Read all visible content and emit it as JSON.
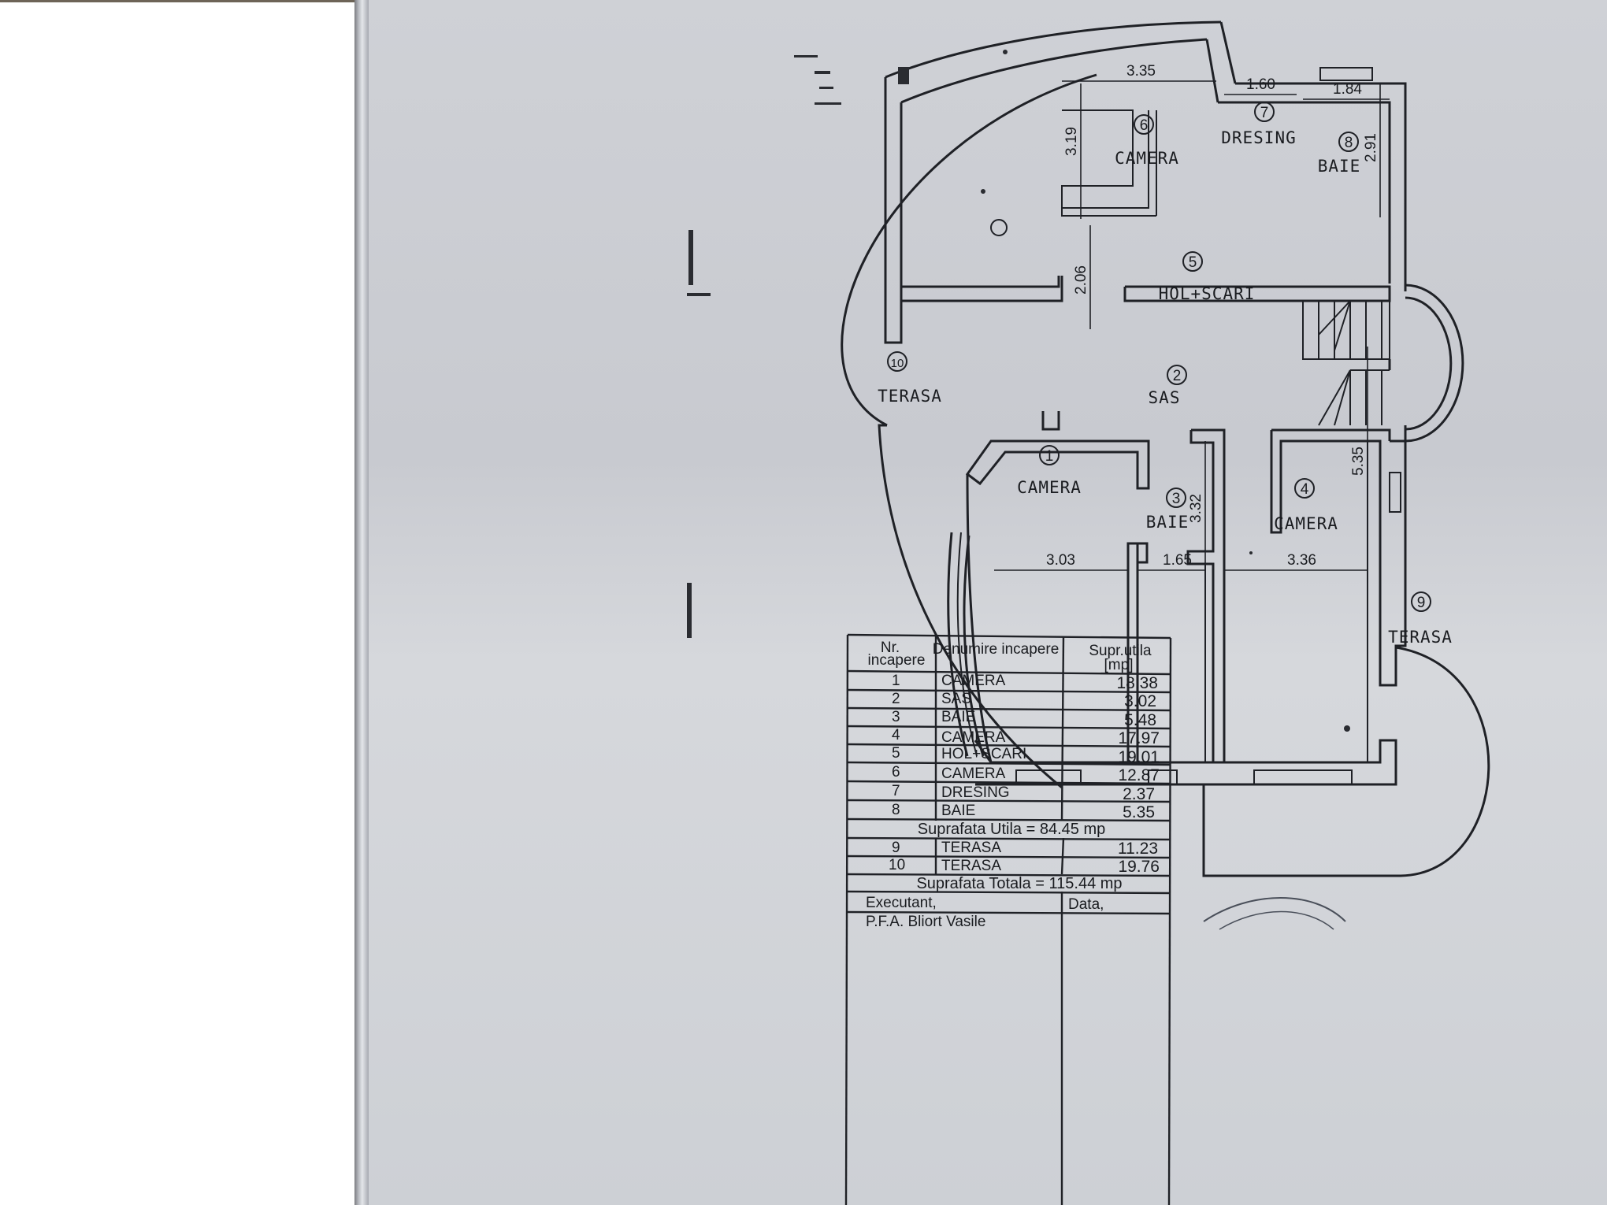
{
  "rooms": [
    {
      "no": "1",
      "name": "CAMERA"
    },
    {
      "no": "2",
      "name": "SAS"
    },
    {
      "no": "3",
      "name": "BAIE"
    },
    {
      "no": "4",
      "name": "CAMERA"
    },
    {
      "no": "5",
      "name": "HOL+SCARI"
    },
    {
      "no": "6",
      "name": "CAMERA"
    },
    {
      "no": "7",
      "name": "DRESING"
    },
    {
      "no": "8",
      "name": "BAIE"
    },
    {
      "no": "9",
      "name": "TERASA"
    },
    {
      "no": "10",
      "name": "TERASA"
    }
  ],
  "dimensions": {
    "d1": "3.35",
    "d2": "1.60",
    "d3": "1.84",
    "d4": "3.19",
    "d5": "2.91",
    "d6": "2.06",
    "d7": "3.03",
    "d8": "1.65",
    "d9": "3.36",
    "d10": "3.32",
    "d11": "5.35"
  },
  "table": {
    "header_no": [
      "Nr.",
      "incapere"
    ],
    "header_name": "Denumire incapere",
    "header_area": [
      "Supr.utila",
      "[mp]"
    ],
    "rows": [
      {
        "no": "1",
        "name": "CAMERA",
        "area": "18.38"
      },
      {
        "no": "2",
        "name": "SAS",
        "area": "3.02"
      },
      {
        "no": "3",
        "name": "BAIE",
        "area": "5.48"
      },
      {
        "no": "4",
        "name": "CAMERA",
        "area": "17.97"
      },
      {
        "no": "5",
        "name": "HOL+SCARI",
        "area": "19.01"
      },
      {
        "no": "6",
        "name": "CAMERA",
        "area": "12.87"
      },
      {
        "no": "7",
        "name": "DRESING",
        "area": "2.37"
      },
      {
        "no": "8",
        "name": "BAIE",
        "area": "5.35"
      }
    ],
    "subtotal": "Suprafata Utila  =  84.45  mp",
    "terrace_rows": [
      {
        "no": "9",
        "name": "TERASA",
        "area": "11.23"
      },
      {
        "no": "10",
        "name": "TERASA",
        "area": "19.76"
      }
    ],
    "total": "Suprafata Totala  =  115.44  mp",
    "executant_label": "Executant,",
    "date_label": "Data,",
    "executant_name": "P.F.A. Bliort Vasile"
  },
  "colors": {
    "paper": "#cfd1d6",
    "ink": "#1f2126",
    "margin": "#ffffff"
  }
}
